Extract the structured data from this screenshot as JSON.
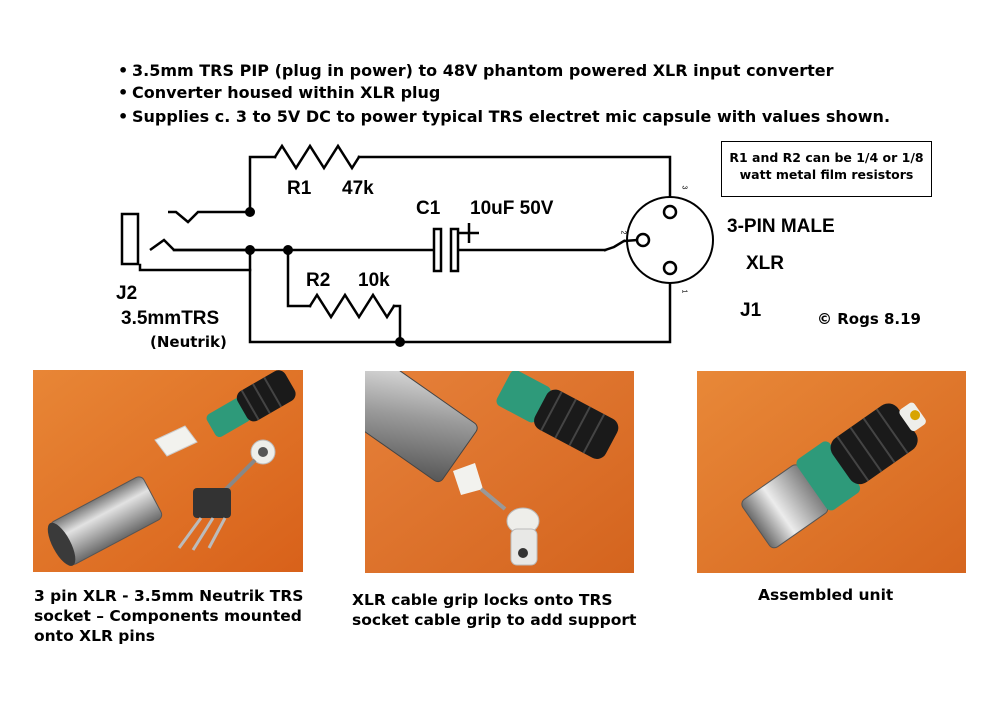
{
  "bullets": [
    "3.5mm TRS PIP (plug in power) to 48V phantom powered XLR input converter",
    "Converter housed within XLR plug",
    "Supplies c. 3 to 5V DC  to power typical TRS electret mic capsule with values shown."
  ],
  "bullet_glyph": "•",
  "note": {
    "line1": "R1 and R2 can be 1/4 or 1/8",
    "line2": "watt metal film resistors"
  },
  "labels": {
    "r1": "R1",
    "r1_value": "47k",
    "c1": "C1",
    "c1_value": "10uF 50V",
    "r2": "R2",
    "r2_value": "10k",
    "xlr_line1": "3-PIN MALE",
    "xlr_line2": "XLR",
    "j1": "J1",
    "j2": "J2",
    "trs": "3.5mmTRS",
    "neutrik": "(Neutrik)",
    "copyright": "© Rogs 8.19",
    "pin1": "1",
    "pin2": "2",
    "pin3": "3"
  },
  "captions": {
    "photo1": [
      "3 pin XLR - 3.5mm Neutrik TRS",
      "socket – Components mounted",
      "onto XLR pins"
    ],
    "photo2": [
      "XLR cable grip locks onto TRS",
      "socket cable grip to add support"
    ],
    "photo3": [
      "Assembled unit"
    ]
  },
  "colors": {
    "photo_background": "#e8782a",
    "connector_metal": "#b8b8b8",
    "grip_green": "#2e9a7a",
    "grip_black": "#1a1a1a"
  }
}
